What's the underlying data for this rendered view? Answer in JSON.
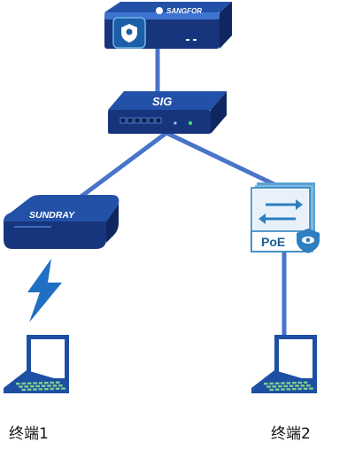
{
  "diagram": {
    "colors": {
      "link": "#4a74c9",
      "device_dark": "#17357c",
      "device_mid": "#2451a8",
      "device_light": "#3f73d0",
      "bolt": "#1f6fc4",
      "laptop_body": "#1d4fa3",
      "laptop_keys": "#7fcf8c",
      "poe_accent": "#2e7fc0",
      "poe_panel": "#e8f1fa"
    },
    "nodes": {
      "controller": {
        "brand": "SANGFOR",
        "icon": "shield-logo-icon"
      },
      "gateway": {
        "brand": "SIG",
        "ports": 6
      },
      "access_point": {
        "brand": "SUNDRAY"
      },
      "poe_switch": {
        "badge": "PoE",
        "icon": "eye-shield-icon"
      },
      "wireless": {
        "icon": "lightning-bolt-icon"
      }
    },
    "terminals": [
      {
        "label": "终端1",
        "icon": "laptop-icon"
      },
      {
        "label": "终端2",
        "icon": "laptop-icon"
      }
    ]
  }
}
